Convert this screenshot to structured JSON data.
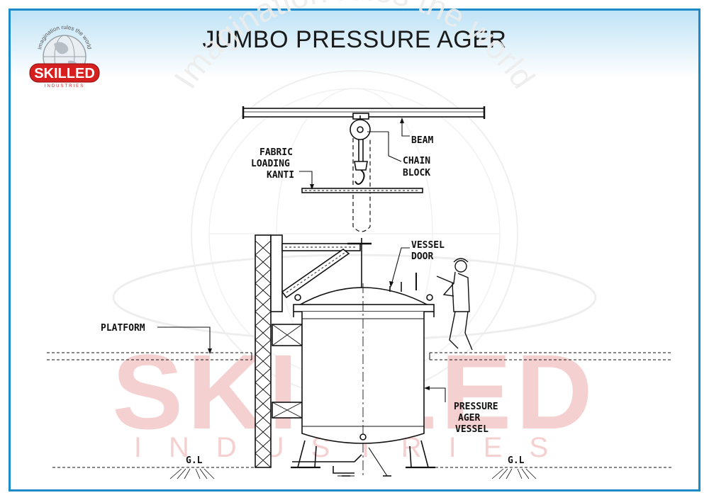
{
  "title": "JUMBO PRESSURE AGER",
  "logo": {
    "arc_text": "imagination rules the world",
    "brand": "SKILLED",
    "sub": "INDUSTRIES",
    "color": "#d62020"
  },
  "watermark": {
    "arc_text": "Imagination rules the world",
    "brand": "SKILLED",
    "sub": "INDUSTRIES"
  },
  "labels": {
    "beam": "BEAM",
    "chain_block_1": "CHAIN",
    "chain_block_2": "BLOCK",
    "fabric_1": "FABRIC",
    "fabric_2": "LOADING",
    "fabric_3": "KANTI",
    "vessel_door_1": "VESSEL",
    "vessel_door_2": "DOOR",
    "platform": "PLATFORM",
    "vessel_1": "PRESSURE",
    "vessel_2": "AGER",
    "vessel_3": "VESSEL",
    "gl_left": "G.L",
    "gl_right": "G.L"
  },
  "colors": {
    "border": "#1f8ac9",
    "line": "#111111",
    "watermark": "#f3c9c9"
  }
}
